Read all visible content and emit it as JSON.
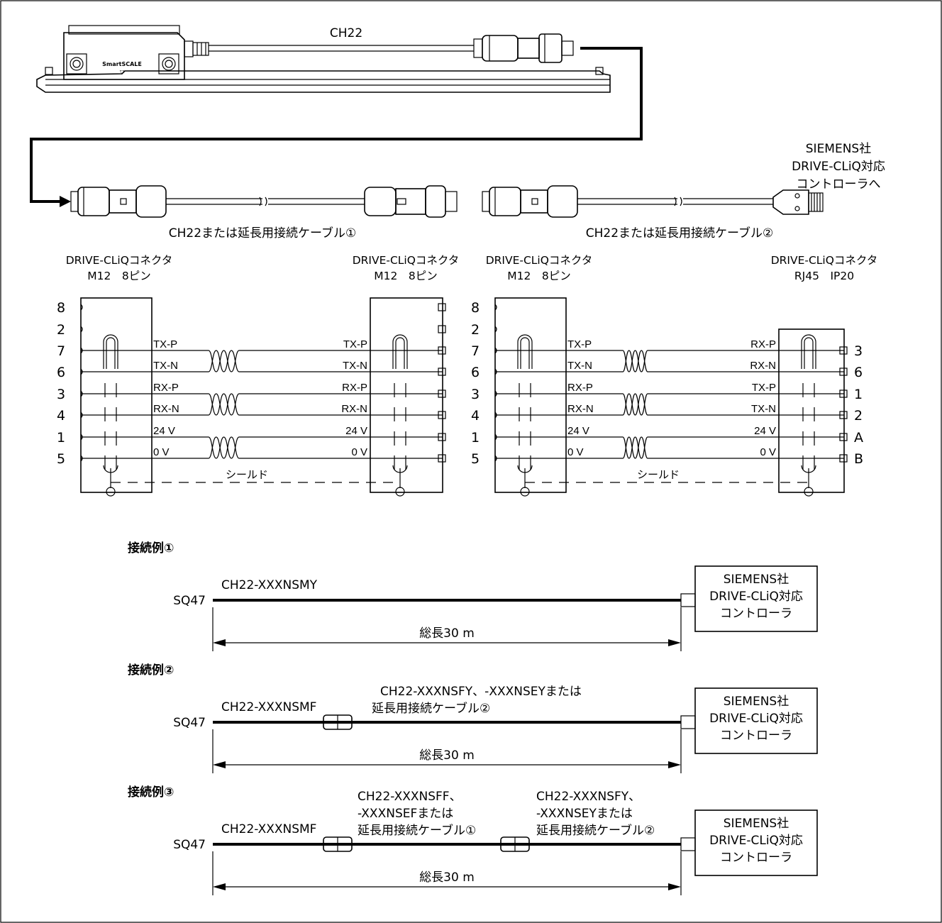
{
  "top": {
    "cable_label": "CH22",
    "device_label": "SmartSCALE",
    "controller_note": [
      "SIEMENS社",
      "DRIVE-CLiQ対応",
      "コントローラへ"
    ]
  },
  "cables": {
    "cable1_label": "CH22または延長用接続ケーブル①",
    "cable2_label": "CH22または延長用接続ケーブル②"
  },
  "connectors": {
    "c1": [
      "DRIVE-CLiQコネクタ",
      "M12　8ピン"
    ],
    "c2": [
      "DRIVE-CLiQコネクタ",
      "M12　8ピン"
    ],
    "c3": [
      "DRIVE-CLiQコネクタ",
      "M12　8ピン"
    ],
    "c4": [
      "DRIVE-CLiQコネクタ",
      "RJ45　IP20"
    ]
  },
  "wiring": {
    "left_pins": [
      "8",
      "2",
      "7",
      "6",
      "3",
      "4",
      "1",
      "5"
    ],
    "right_pins": [
      "3",
      "6",
      "1",
      "2",
      "A",
      "B"
    ],
    "cable1_left_signals": [
      "TX-P",
      "TX-N",
      "RX-P",
      "RX-N",
      "24 V",
      "0 V"
    ],
    "cable1_right_signals": [
      "TX-P",
      "TX-N",
      "RX-P",
      "RX-N",
      "24 V",
      "0 V"
    ],
    "cable2_left_signals": [
      "TX-P",
      "TX-N",
      "RX-P",
      "RX-N",
      "24 V",
      "0 V"
    ],
    "cable2_right_signals": [
      "RX-P",
      "RX-N",
      "TX-P",
      "TX-N",
      "24 V",
      "0 V"
    ],
    "shield_label": "シールド"
  },
  "examples": [
    {
      "title": "接続例①",
      "device": "SQ47",
      "cable_texts": [
        "CH22-XXXNSMY"
      ],
      "controller": [
        "SIEMENS社",
        "DRIVE-CLiQ対応",
        "コントローラ"
      ],
      "length": "総長30 m"
    },
    {
      "title": "接続例②",
      "device": "SQ47",
      "cable_texts": [
        "CH22-XXXNSMF",
        "CH22-XXXNSFY、-XXXNSEYまたは",
        "延長用接続ケーブル②"
      ],
      "controller": [
        "SIEMENS社",
        "DRIVE-CLiQ対応",
        "コントローラ"
      ],
      "length": "総長30 m"
    },
    {
      "title": "接続例③",
      "device": "SQ47",
      "cable_texts": [
        "CH22-XXXNSMF",
        "CH22-XXXNSFF、",
        "-XXXNSEFまたは",
        "延長用接続ケーブル①",
        "CH22-XXXNSFY、",
        "-XXXNSEYまたは",
        "延長用接続ケーブル②"
      ],
      "controller": [
        "SIEMENS社",
        "DRIVE-CLiQ対応",
        "コントローラ"
      ],
      "length": "総長30 m"
    }
  ]
}
